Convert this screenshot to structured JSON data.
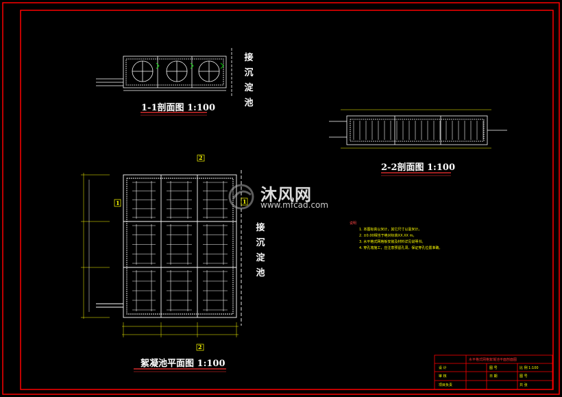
{
  "drawing": {
    "section_1_title": "1-1剖面图 1:100",
    "section_2_title": "2-2剖面图 1:100",
    "plan_title": "絮凝池平面图 1:100",
    "side_label_top": [
      "接",
      "沉",
      "淀",
      "池"
    ],
    "side_label_plan": [
      "接",
      "沉",
      "淀",
      "池"
    ],
    "section_markers": [
      "2",
      "1",
      "1",
      "2"
    ],
    "colors": {
      "frame": "#ff0000",
      "lines": "#ffffff",
      "dims": "#ffff00",
      "accent": "#00ff00",
      "red": "#ff3333"
    }
  },
  "notes": {
    "heading": "说明",
    "items": [
      "1. 本图标高以米计，其它尺寸以毫米计。",
      "2. ±0.00相当于绝对标高XX.XX m。",
      "3. 水平格式网格板安装及材料详见说明书。",
      "4. 穿孔墙施工，应注意预留孔洞，保证穿孔位置准确。"
    ]
  },
  "watermark": {
    "brand": "沐风网",
    "url": "www.mfcad.com"
  },
  "title_block": {
    "project_title": "水平格式网格絮凝池平面剖面图",
    "rows": [
      [
        "设  计",
        "图 号",
        "比 例 1:100"
      ],
      [
        "审  核",
        "日 期",
        "图 号"
      ],
      [
        "项目负责",
        "",
        "共 张"
      ]
    ]
  }
}
